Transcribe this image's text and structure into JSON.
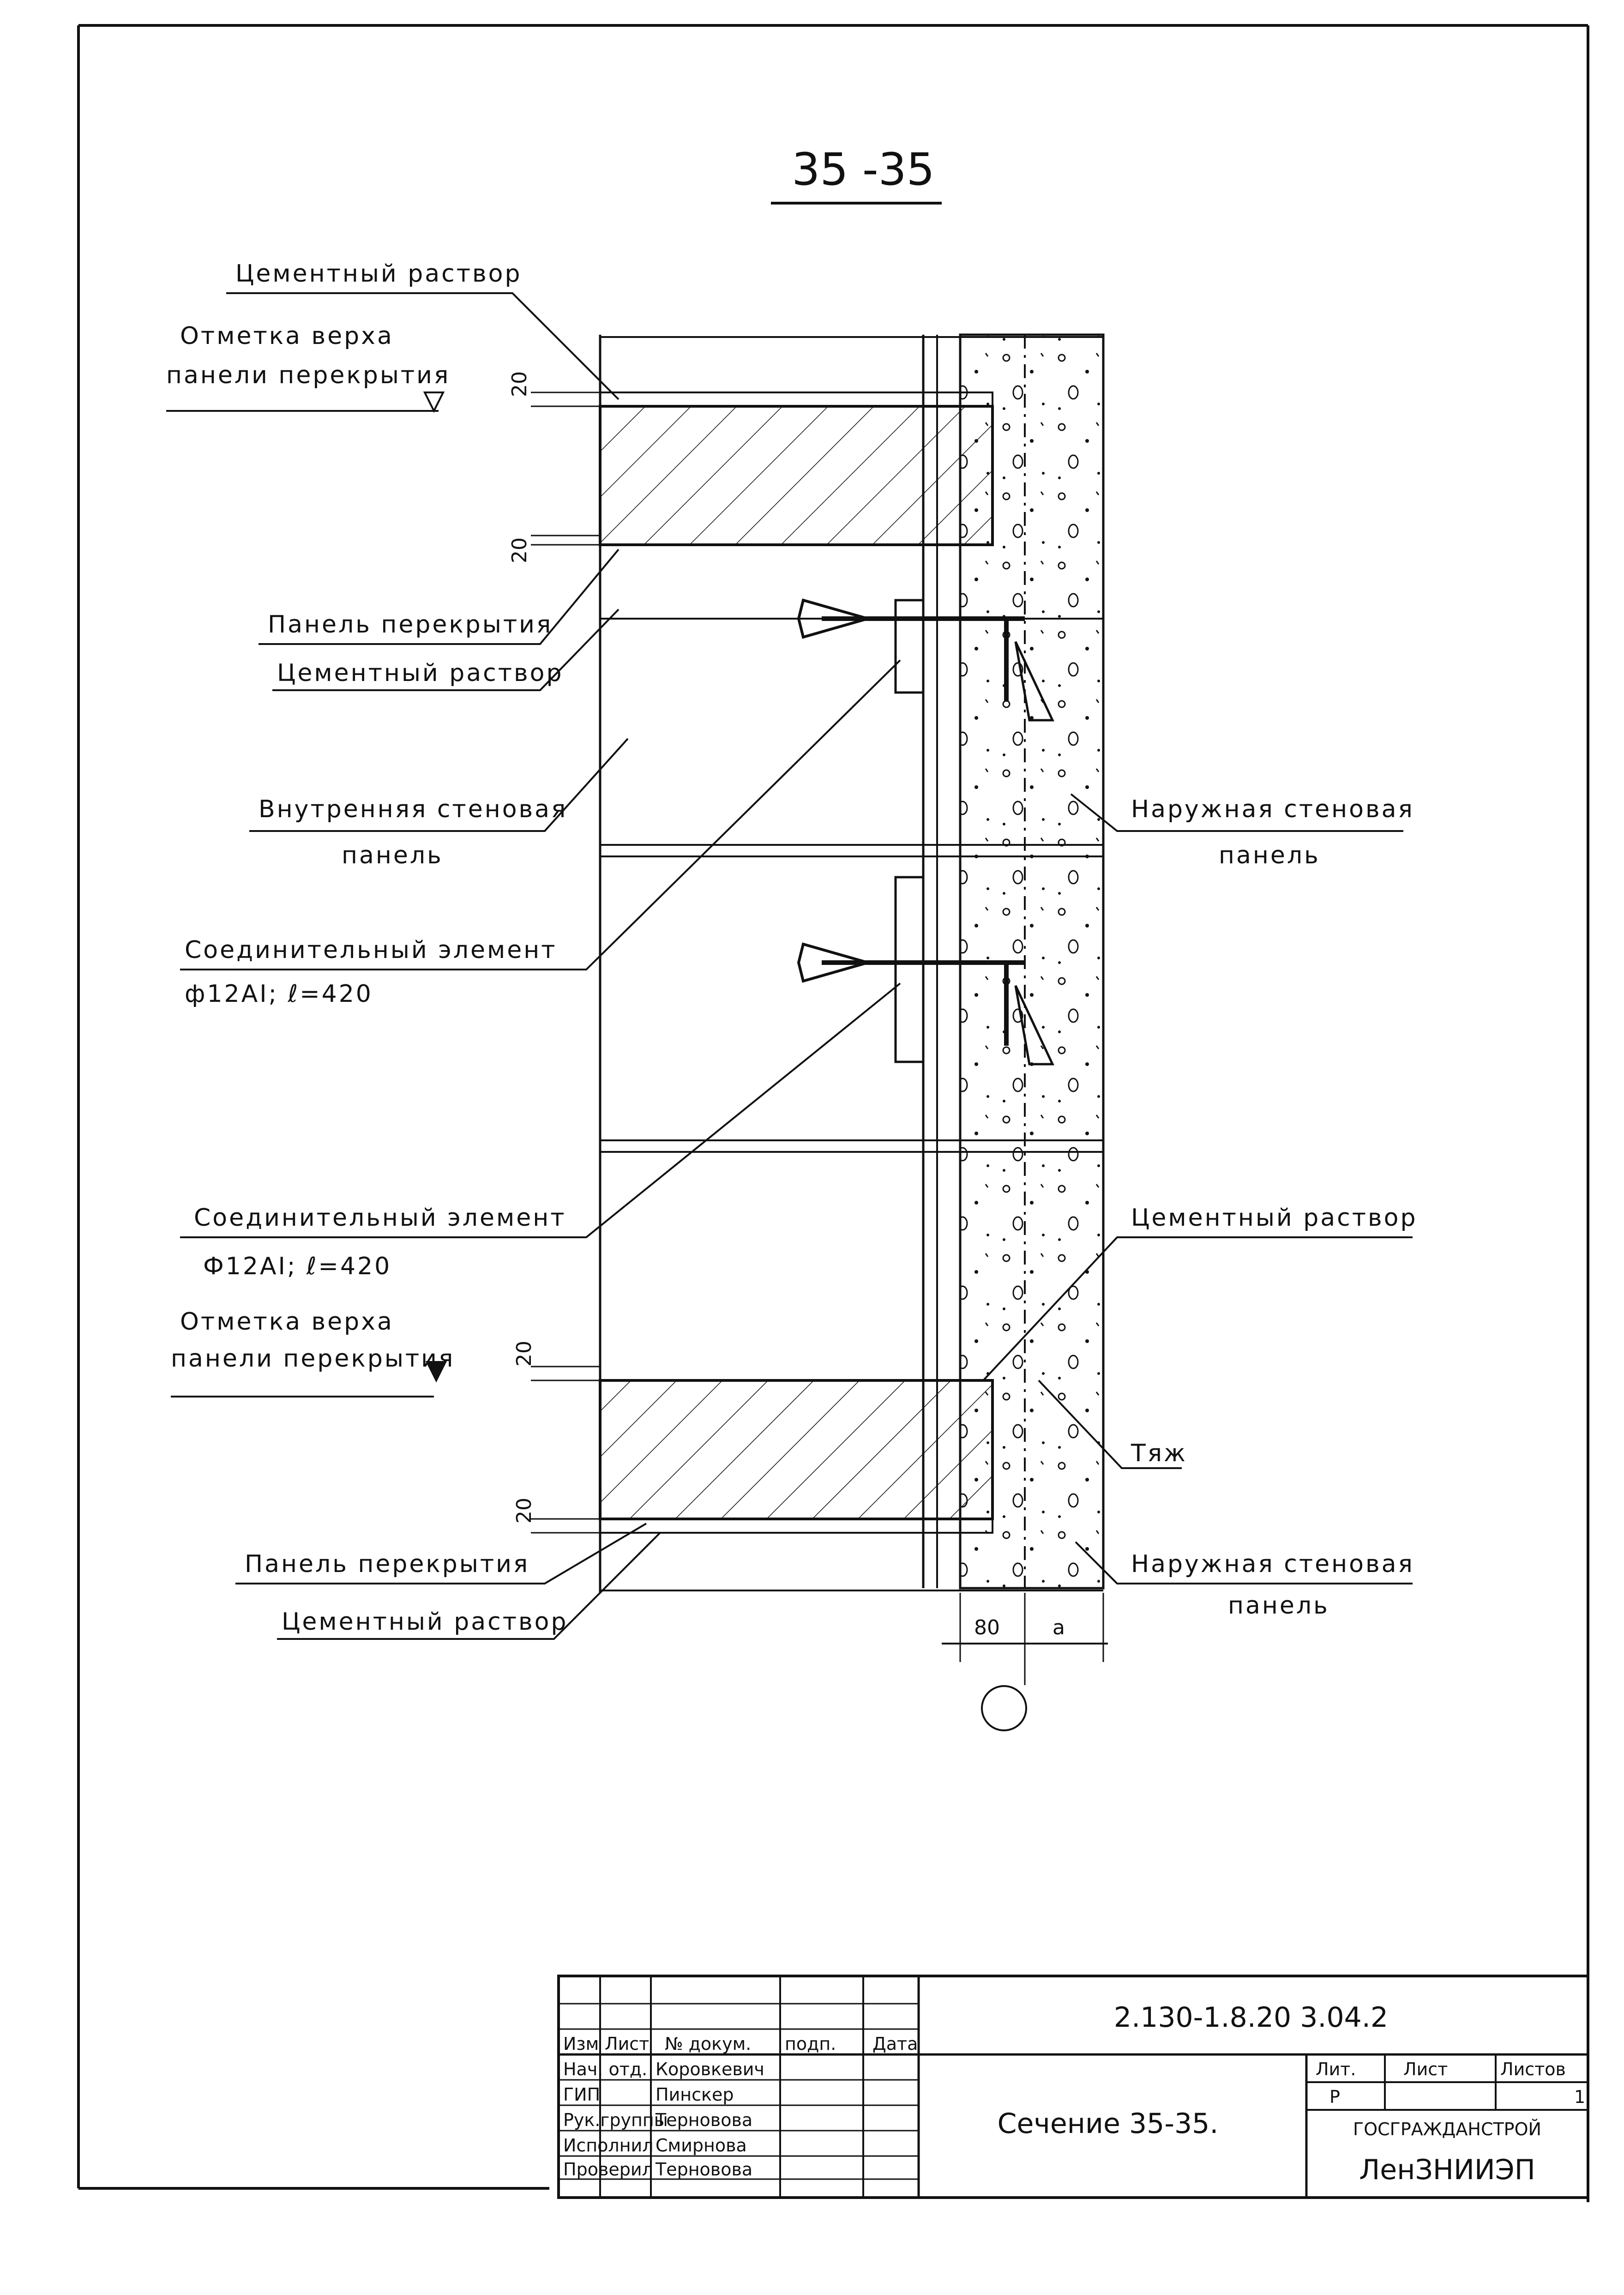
{
  "section_title": "35 -35",
  "labels": {
    "cement_mortar_top": "Цементный раствор",
    "slab_top_mark_1": "Отметка верха",
    "slab_top_mark_2": "панели перекрытия",
    "floor_panel_1": "Панель перекрытия",
    "cement_mortar_2": "Цементный раствор",
    "inner_panel_1": "Внутренняя стеновая",
    "inner_panel_2": "панель",
    "outer_panel_1a": "Наружная стеновая",
    "outer_panel_1b": "панель",
    "connector_1a": "Соединительный элемент",
    "connector_1b": "ф12АI; ℓ=420",
    "connector_2a": "Соединительный элемент",
    "connector_2b": "Ф12АI; ℓ=420",
    "cement_mortar_3": "Цементный раствор",
    "slab_top_mark_3": "Отметка верха",
    "slab_top_mark_4": "панели перекрытия",
    "tie": "Тяж",
    "floor_panel_2": "Панель перекрытия",
    "outer_panel_2a": "Наружная стеновая",
    "outer_panel_2b": "панель",
    "cement_mortar_bottom": "Цементный раствор"
  },
  "dimensions": {
    "d20": "20",
    "d80": "80",
    "da": "a"
  },
  "title_block": {
    "doc_code": "2.130-1.8.20 3.04.2",
    "drawing_name": "Сечение 35-35.",
    "headers": {
      "izm": "Изм",
      "list": "Лист",
      "doc_no": "№ докум.",
      "sign": "подп.",
      "date": "Дата"
    },
    "staff": [
      {
        "role": "Нач. отд.",
        "name": "Коровкевич"
      },
      {
        "role": "ГИП",
        "name": "Пинскер"
      },
      {
        "role": "Рук.группы",
        "name": "Терновова"
      },
      {
        "role": "Исполнил",
        "name": "Смирнова"
      },
      {
        "role": "Проверил",
        "name": "Терновова"
      }
    ],
    "lit_label": "Лит.",
    "sheet_label": "Лист",
    "sheets_label": "Листов",
    "lit_value": "Р",
    "sheets_value": "1",
    "org_line1": "ГОСГРАЖДАНСТРОЙ",
    "org_line2": "ЛенЗНИИЭП"
  }
}
